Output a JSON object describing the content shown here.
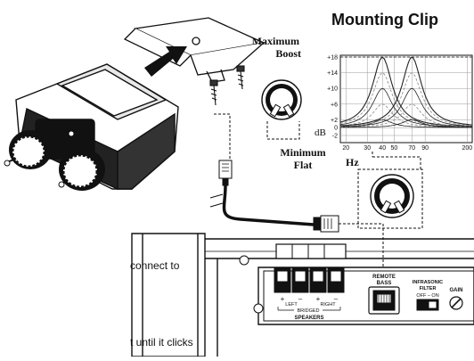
{
  "title": "Mounting Clip",
  "knob_labels": {
    "max_line1": "Maximum",
    "max_line2": "Boost",
    "db": "dB",
    "min_line1": "Minimum",
    "min_line2": "Flat",
    "hz": "Hz"
  },
  "chart_data": {
    "type": "line",
    "ylabel": "dB",
    "xlabel": "Hz",
    "y_ticks": [
      "+18",
      "+14",
      "+10",
      "+6",
      "+2",
      "0",
      "-2"
    ],
    "x_ticks": [
      "20",
      "30",
      "40",
      "50",
      "70",
      "90",
      "200"
    ],
    "x_scale": "log",
    "grid": true
  },
  "amp": {
    "remote_bass_line1": "REMOTE",
    "remote_bass_line2": "BASS",
    "infrasonic_line1": "INFRASONIC",
    "infrasonic_line2": "FILTER",
    "off_on": "OFF – ON",
    "gain": "GAIN",
    "speakers": "SPEAKERS",
    "left": "LEFT",
    "right": "RIGHT",
    "bridged": "BRIDGED",
    "plus": "+",
    "minus": "–"
  },
  "instructions": {
    "line1": "connect to",
    "line2": "t until it clicks"
  }
}
